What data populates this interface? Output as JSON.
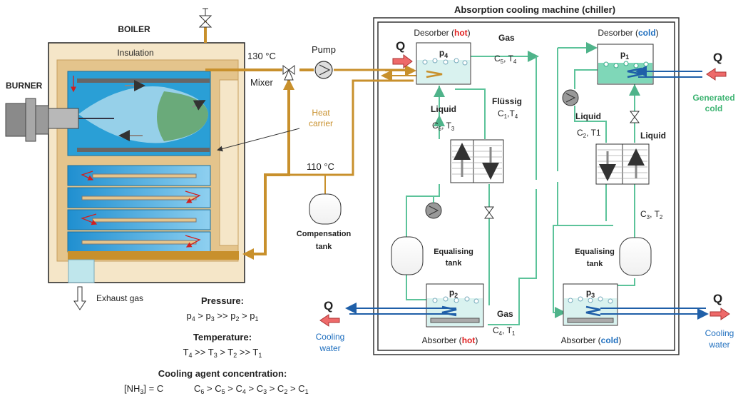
{
  "title": "Absorption cooling machine (chiller)",
  "boiler": {
    "title": "BOILER",
    "insulation": "Insulation",
    "burner": "BURNER",
    "exhaust": "Exhaust gas"
  },
  "flow": {
    "t130": "130 °C",
    "mixer": "Mixer",
    "pump": "Pump",
    "heat_carrier_line1": "Heat",
    "heat_carrier_line2": "carrier",
    "t110": "110 °C",
    "comp_tank_line1": "Compensation",
    "comp_tank_line2": "tank"
  },
  "desorber_hot": {
    "label": "Desorber (",
    "state": "hot",
    "close": ")",
    "pressure": "p",
    "pressure_sub": "4"
  },
  "desorber_cold": {
    "label": "Desorber (",
    "state": "cold",
    "close": ")",
    "pressure": "p",
    "pressure_sub": "1"
  },
  "absorber_hot": {
    "label": "Absorber (",
    "state": "hot",
    "close": ")",
    "pressure": "p",
    "pressure_sub": "2"
  },
  "absorber_cold": {
    "label": "Absorber (",
    "state": "cold",
    "close": ")",
    "pressure": "p",
    "pressure_sub": "3"
  },
  "labels": {
    "q": "Q",
    "gas": "Gas",
    "c5t4": "C5, T4",
    "flussig": "Flüssig",
    "c1t4": "C1,T4",
    "liquid": "Liquid",
    "c6t3": "C6, T3",
    "c2t1": "C2, T1",
    "c3t2": "C3, T2",
    "c4t1": "C4, T1",
    "equalising_line1": "Equalising",
    "equalising_line2": "tank",
    "generated_cold_line1": "Generated",
    "generated_cold_line2": "cold",
    "cooling_water_line1": "Cooling",
    "cooling_water_line2": "water"
  },
  "legend": {
    "pressure_title": "Pressure:",
    "pressure_rel": "p4 > p3 >> p2 > p1",
    "temperature_title": "Temperature:",
    "temperature_rel": "T4 >> T3 > T2 >> T1",
    "conc_title": "Cooling agent concentration:",
    "conc_lhs": "[NH3] = C",
    "conc_rel": "C6 > C5 > C4 > C3 > C2 > C1"
  },
  "colors": {
    "heat_carrier": "#c8902c",
    "refrigerant": "#5cc39a",
    "cooling_water": "#1f5fa8",
    "hot": "#e02020",
    "cold": "#1f6fbf",
    "generated_cold": "#3cb371",
    "boiler_wall": "#f5e6c8",
    "boiler_water": "#3aa8d8"
  }
}
